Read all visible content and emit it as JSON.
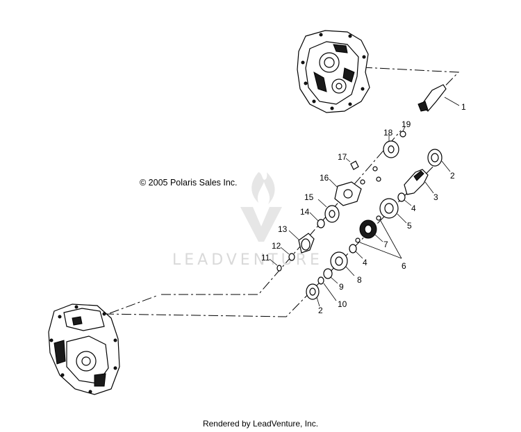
{
  "copyright": "© 2005 Polaris Sales Inc.",
  "footer": "Rendered by LeadVenture, Inc.",
  "watermark": "LEADVENTURE",
  "callouts": [
    "1",
    "2",
    "3",
    "4",
    "5",
    "6",
    "7",
    "4",
    "8",
    "9",
    "10",
    "2",
    "11",
    "12",
    "13",
    "14",
    "15",
    "16",
    "17",
    "18",
    "19"
  ]
}
